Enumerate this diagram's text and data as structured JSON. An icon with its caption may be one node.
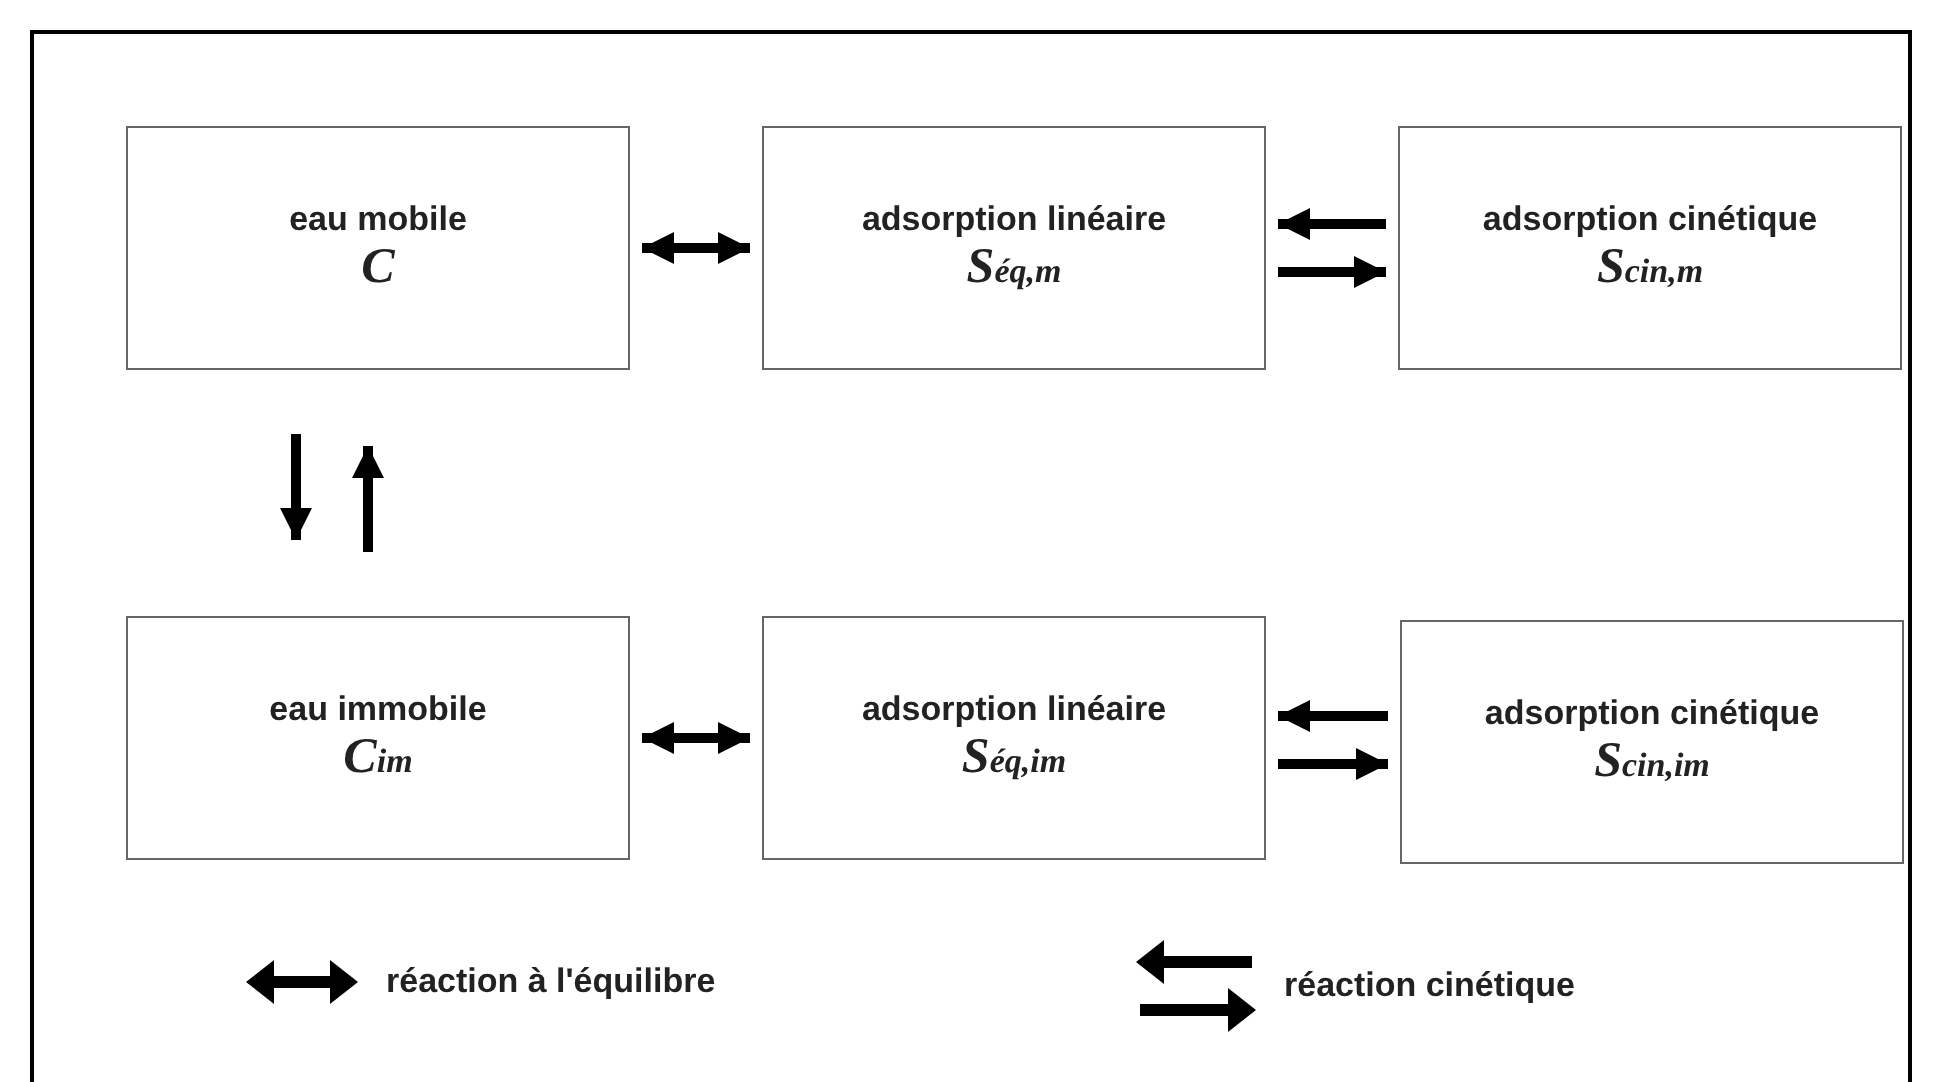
{
  "diagram": {
    "nodes": [
      {
        "text": [
          "eau mobile",
          "C"
        ]
      },
      {
        "text": [
          "adsorption linéaire",
          "S$_{éq,m}$"
        ]
      },
      {
        "text": [
          "adsorption cinétique",
          "S$_{cin,m}$"
        ]
      },
      {
        "text": [
          "eau immobile",
          "C$_{im}$"
        ]
      },
      {
        "text": [
          "adsorption linéaire",
          "S$_{éq,im}$"
        ]
      },
      {
        "text": [
          "adsorption cinétique",
          "S$_{cin,im}$"
        ]
      }
    ],
    "edges": [
      {
        "from": 0,
        "to": 1,
        "arrow": "both"
      },
      {
        "from": 2,
        "to": 1,
        "arrow": "to"
      },
      {
        "from": 1,
        "to": 2,
        "arrow": "to"
      },
      {
        "from": 0,
        "to": 3,
        "arrow": "to"
      },
      {
        "from": 3,
        "to": 0,
        "arrow": "to"
      },
      {
        "from": 3,
        "to": 4,
        "arrow": "both"
      },
      {
        "from": 5,
        "to": 4,
        "arrow": "to"
      },
      {
        "from": 4,
        "to": 5,
        "arrow": "to"
      }
    ],
    "legend": [
      {
        "text": "réaction à l'équilibre"
      },
      {
        "text": "réaction cinétique"
      }
    ]
  }
}
